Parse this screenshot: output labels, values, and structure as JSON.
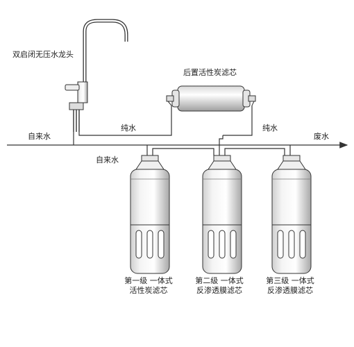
{
  "labels": {
    "faucet": "双启闭无压水龙头",
    "post_filter": "后置活性炭滤芯",
    "inlet": "自来水",
    "pure_left": "纯水",
    "pure_right": "纯水",
    "waste": "废水",
    "tap_water_branch": "自来水"
  },
  "filters": [
    {
      "line1": "第一级 一体式",
      "line2": "活性炭滤芯"
    },
    {
      "line1": "第二级 一体式",
      "line2": "反渗透膜滤芯"
    },
    {
      "line1": "第三级 一体式",
      "line2": "反渗透膜滤芯"
    }
  ],
  "colors": {
    "line": "#333333",
    "text": "#222222",
    "shade": "#9a9a9a"
  }
}
